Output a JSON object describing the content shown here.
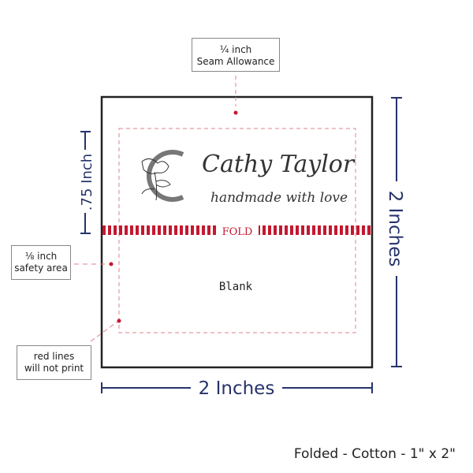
{
  "callouts": {
    "seam": {
      "line1": "¼ inch",
      "line2": "Seam Allowance"
    },
    "safety": {
      "line1": "⅛ inch",
      "line2": "safety area"
    },
    "red_lines": {
      "line1": "red lines",
      "line2": "will not print"
    }
  },
  "label": {
    "name": "Cathy Taylor",
    "tagline": "handmade with love",
    "fold": "FOLD",
    "blank": "Blank",
    "logo_letter": "C"
  },
  "dimensions": {
    "height_right": "2 Inches",
    "width_bottom": "2 Inches",
    "fold_height": ".75 Inch"
  },
  "footer": "Folded - Cotton - 1\" x 2\"",
  "colors": {
    "navy": "#26336b",
    "red": "#c4182f",
    "dash": "#e0808c"
  }
}
